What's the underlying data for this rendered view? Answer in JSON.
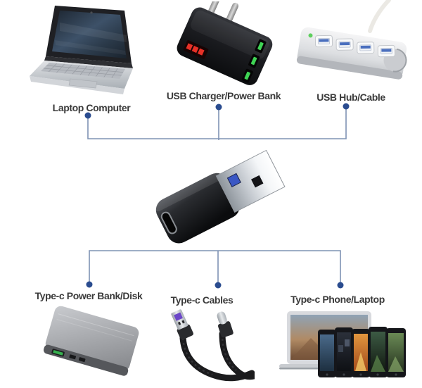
{
  "background": "#ffffff",
  "label_color": "#3a3a3a",
  "connector": {
    "dot_color": "#2a4c8f",
    "line_color": "#7e93b4"
  },
  "center_device": {
    "id": "usb-a-to-type-c-adapter"
  },
  "top_devices": [
    {
      "id": "laptop-computer",
      "label": "Laptop Computer"
    },
    {
      "id": "usb-charger-power-bank",
      "label": "USB Charger/Power Bank"
    },
    {
      "id": "usb-hub-cable",
      "label": "USB Hub/Cable"
    }
  ],
  "bottom_devices": [
    {
      "id": "type-c-power-bank-disk",
      "label": "Type-c Power Bank/Disk"
    },
    {
      "id": "type-c-cables",
      "label": "Type-c Cables"
    },
    {
      "id": "type-c-phone-laptop",
      "label": "Type-c Phone/Laptop"
    }
  ]
}
